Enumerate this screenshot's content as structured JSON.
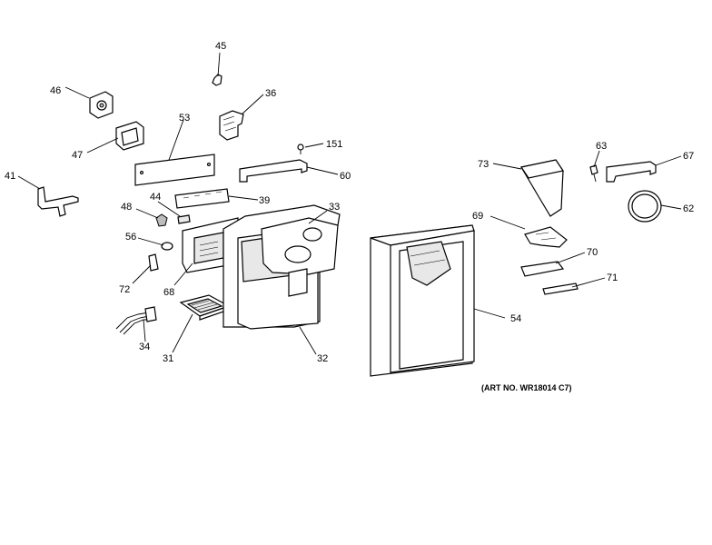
{
  "labels": [
    "45",
    "46",
    "36",
    "53",
    "47",
    "41",
    "151",
    "60",
    "33",
    "39",
    "44",
    "48",
    "56",
    "72",
    "68",
    "34",
    "31",
    "32",
    "73",
    "63",
    "67",
    "62",
    "69",
    "70",
    "71",
    "54"
  ],
  "art_number": "(ART NO. WR18014 C7)"
}
